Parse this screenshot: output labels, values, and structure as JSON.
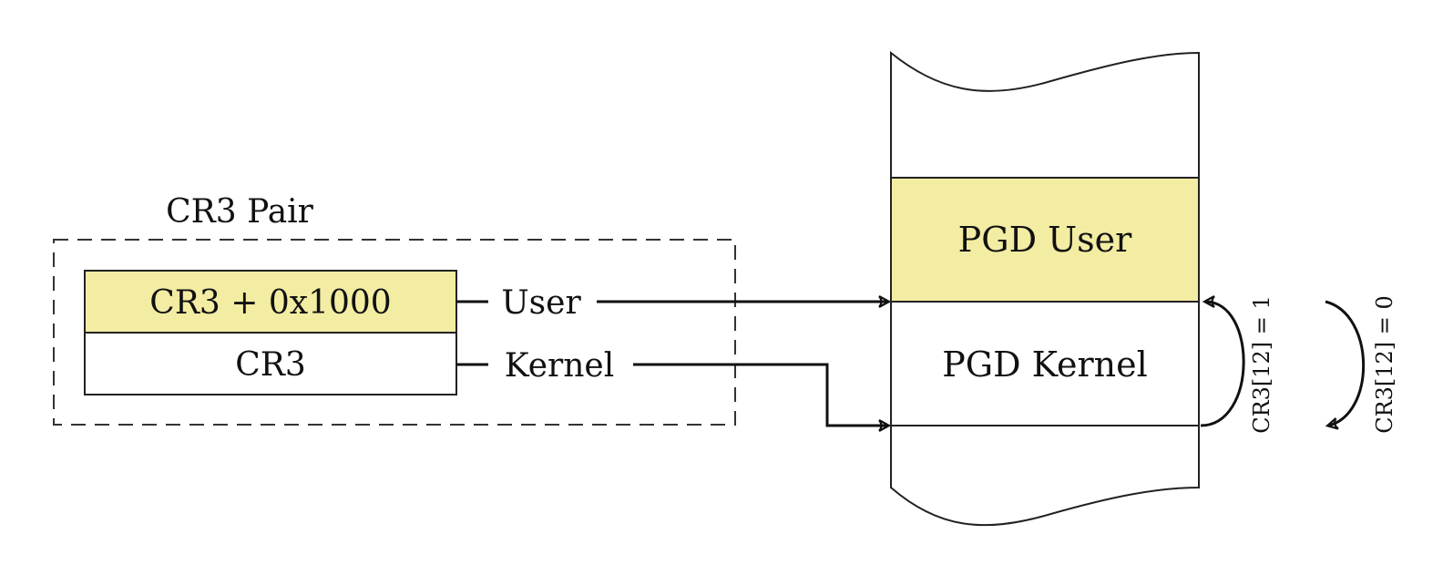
{
  "colors": {
    "highlight": "#f3eca3",
    "stroke": "#222222"
  },
  "cr3_pair": {
    "title": "CR3 Pair",
    "user_register": "CR3 + 0x1000",
    "kernel_register": "CR3",
    "user_label": "User",
    "kernel_label": "Kernel"
  },
  "memory": {
    "pgd_user": "PGD User",
    "pgd_kernel": "PGD Kernel"
  },
  "switches": {
    "to_user": "CR3[12] = 1",
    "to_kernel": "CR3[12] = 0"
  }
}
